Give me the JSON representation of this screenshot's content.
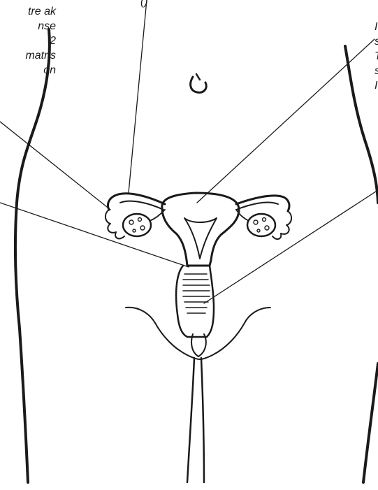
{
  "labels": {
    "top_fragment": "()",
    "left_lines": [
      "tre ak",
      "nse",
      "2",
      "matris",
      "on"
    ],
    "right_lines": [
      "I",
      "s",
      "T",
      "s",
      "I"
    ]
  },
  "colors": {
    "ink": "#1a1a1a",
    "background": "#ffffff"
  }
}
